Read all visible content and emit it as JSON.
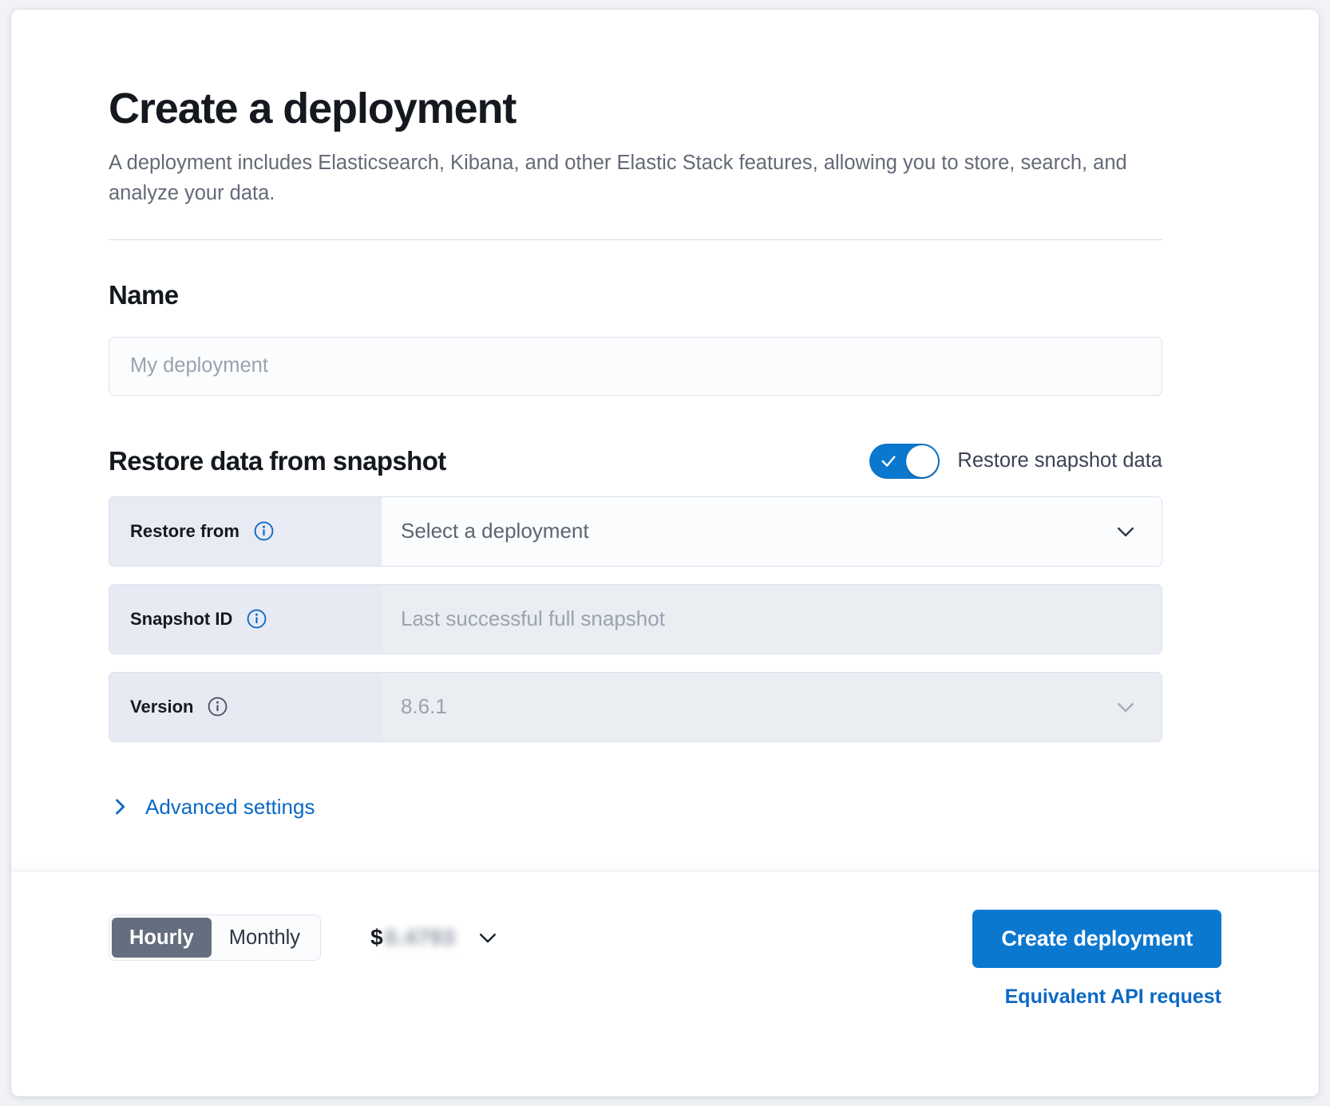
{
  "header": {
    "title": "Create a deployment",
    "description": "A deployment includes Elasticsearch, Kibana, and other Elastic Stack features, allowing you to store, search, and analyze your data."
  },
  "name_section": {
    "title": "Name",
    "input_placeholder": "My deployment",
    "input_value": ""
  },
  "restore_section": {
    "title": "Restore data from snapshot",
    "toggle_label": "Restore snapshot data",
    "toggle_on": true,
    "rows": [
      {
        "label": "Restore from",
        "value": "Select a deployment",
        "disabled": false,
        "has_chevron": true,
        "info_icon": "info-icon"
      },
      {
        "label": "Snapshot ID",
        "value": "Last successful full snapshot",
        "disabled": true,
        "has_chevron": false,
        "info_icon": "info-icon"
      },
      {
        "label": "Version",
        "value": "8.6.1",
        "disabled": true,
        "has_chevron": true,
        "info_icon": "info-icon"
      }
    ]
  },
  "advanced": {
    "label": "Advanced settings",
    "icon": "chevron-right-icon",
    "expanded": false
  },
  "footer": {
    "billing_options": [
      "Hourly",
      "Monthly"
    ],
    "billing_selected": "Hourly",
    "price_currency": "$",
    "price_value": "0.4793",
    "price_blurred": true,
    "price_chevron": "chevron-down-icon",
    "create_button": "Create deployment",
    "api_link": "Equivalent API request"
  },
  "colors": {
    "accent_blue": "#0b78d0",
    "link_blue": "#0b69c4",
    "text_dark": "#15191f",
    "text_muted": "#646a77",
    "segment_active": "#646e7e"
  }
}
